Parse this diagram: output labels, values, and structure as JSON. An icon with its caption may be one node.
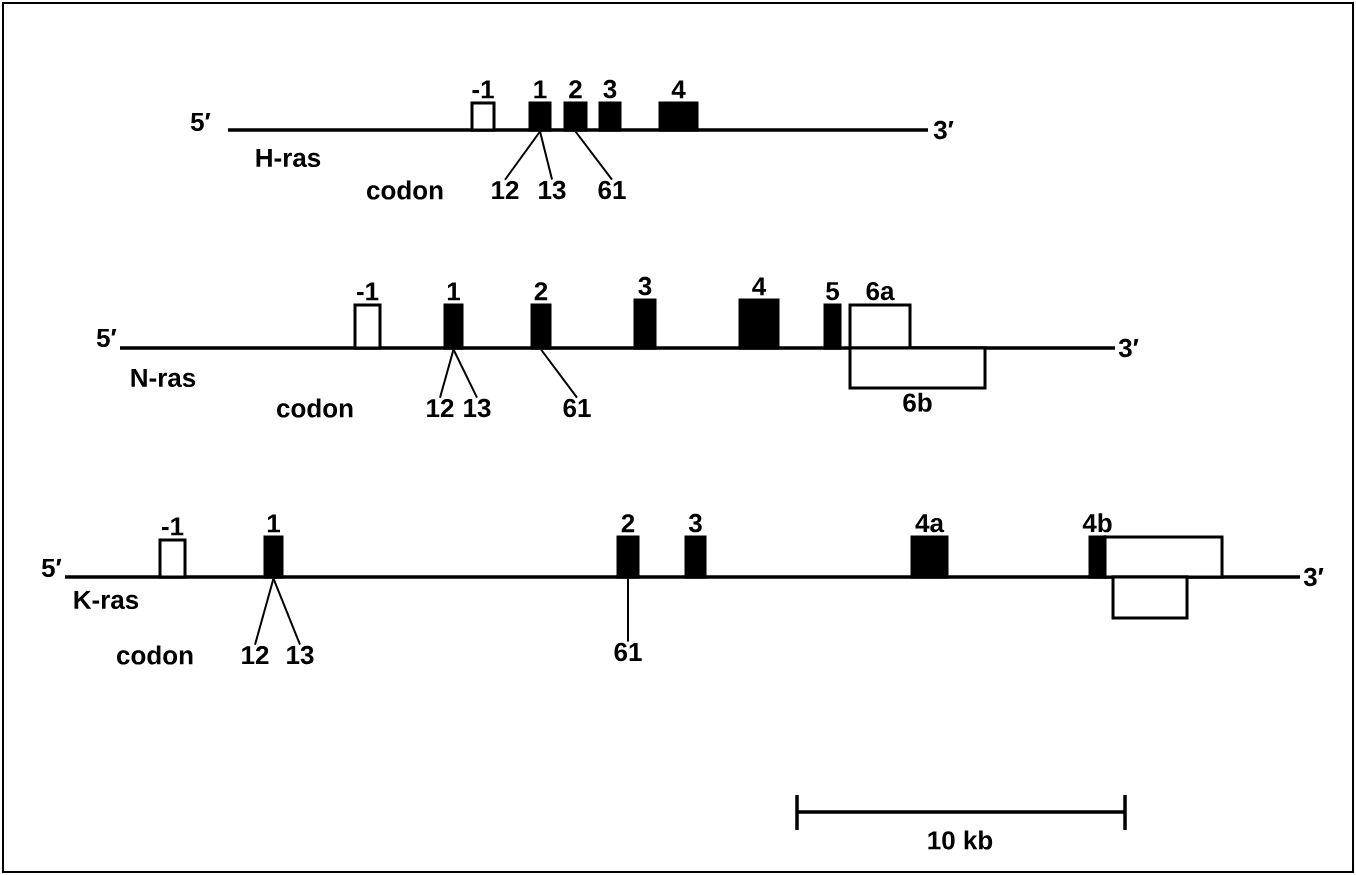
{
  "diagram": {
    "nodes": [
      {
        "text": [
          "-1"
        ]
      },
      {
        "text": [
          "1"
        ]
      },
      {
        "text": [
          "2"
        ]
      },
      {
        "text": [
          "3"
        ]
      },
      {
        "text": [
          "4"
        ]
      },
      {
        "text": [
          "12"
        ]
      },
      {
        "text": [
          "13"
        ]
      },
      {
        "text": [
          "61"
        ]
      },
      {
        "text": [
          "-1"
        ]
      },
      {
        "text": [
          "1"
        ]
      },
      {
        "text": [
          "2"
        ]
      },
      {
        "text": [
          "3"
        ]
      },
      {
        "text": [
          "4"
        ]
      },
      {
        "text": [
          "5"
        ]
      },
      {
        "text": [
          "6a"
        ]
      },
      {
        "text": [
          "6b"
        ]
      },
      {
        "text": [
          "12"
        ]
      },
      {
        "text": [
          "13"
        ]
      },
      {
        "text": [
          "61"
        ]
      },
      {
        "text": [
          "-1"
        ]
      },
      {
        "text": [
          "1"
        ]
      },
      {
        "text": [
          "2"
        ]
      },
      {
        "text": [
          "3"
        ]
      },
      {
        "text": [
          "4a"
        ]
      },
      {
        "text": [
          "4b"
        ]
      },
      {
        "text": [],
        "shape": "box"
      },
      {
        "text": [],
        "shape": "box"
      },
      {
        "text": [
          "12"
        ]
      },
      {
        "text": [
          "13"
        ]
      },
      {
        "text": [
          "61"
        ]
      }
    ],
    "edges": [
      {
        "from": 5,
        "to": 1,
        "arrow": "none"
      },
      {
        "from": 6,
        "to": 1,
        "arrow": "none"
      },
      {
        "from": 7,
        "to": 2,
        "arrow": "none"
      },
      {
        "from": 16,
        "to": 9,
        "arrow": "none"
      },
      {
        "from": 17,
        "to": 9,
        "arrow": "none"
      },
      {
        "from": 18,
        "to": 10,
        "arrow": "none"
      },
      {
        "from": 27,
        "to": 20,
        "arrow": "none"
      },
      {
        "from": 28,
        "to": 20,
        "arrow": "none"
      },
      {
        "from": 29,
        "to": 21,
        "arrow": "none"
      }
    ],
    "labels": [
      "5′",
      "3′",
      "H-ras",
      "codon",
      "5′",
      "3′",
      "N-ras",
      "codon",
      "5′",
      "3′",
      "K-ras",
      "codon",
      "10 kb"
    ]
  }
}
